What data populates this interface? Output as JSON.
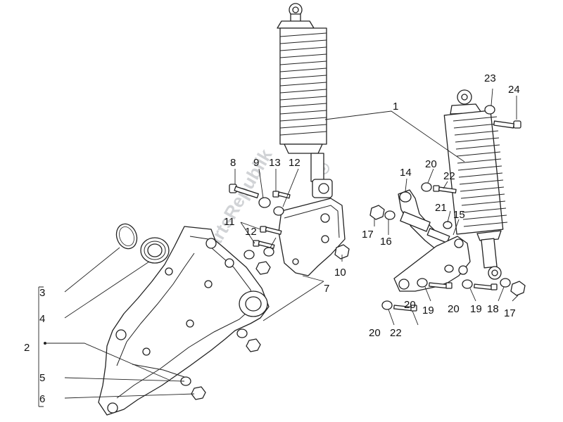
{
  "callouts": {
    "c1": "1",
    "c2": "2",
    "c3": "3",
    "c4": "4",
    "c5": "5",
    "c6": "6",
    "c7": "7",
    "c8": "8",
    "c9": "9",
    "c10": "10",
    "c11": "11",
    "c12a": "12",
    "c12b": "12",
    "c13": "13",
    "c14": "14",
    "c15": "15",
    "c16": "16",
    "c17a": "17",
    "c17b": "17",
    "c18": "18",
    "c19a": "19",
    "c19b": "19",
    "c20a": "20",
    "c20b": "20",
    "c20c": "20",
    "c20d": "20",
    "c21": "21",
    "c22a": "22",
    "c22b": "22",
    "c23": "23",
    "c24": "24"
  },
  "watermark": "PartsRepublik",
  "colors": {
    "line": "#222222",
    "background": "#ffffff",
    "watermark": "#9aa0a6"
  }
}
